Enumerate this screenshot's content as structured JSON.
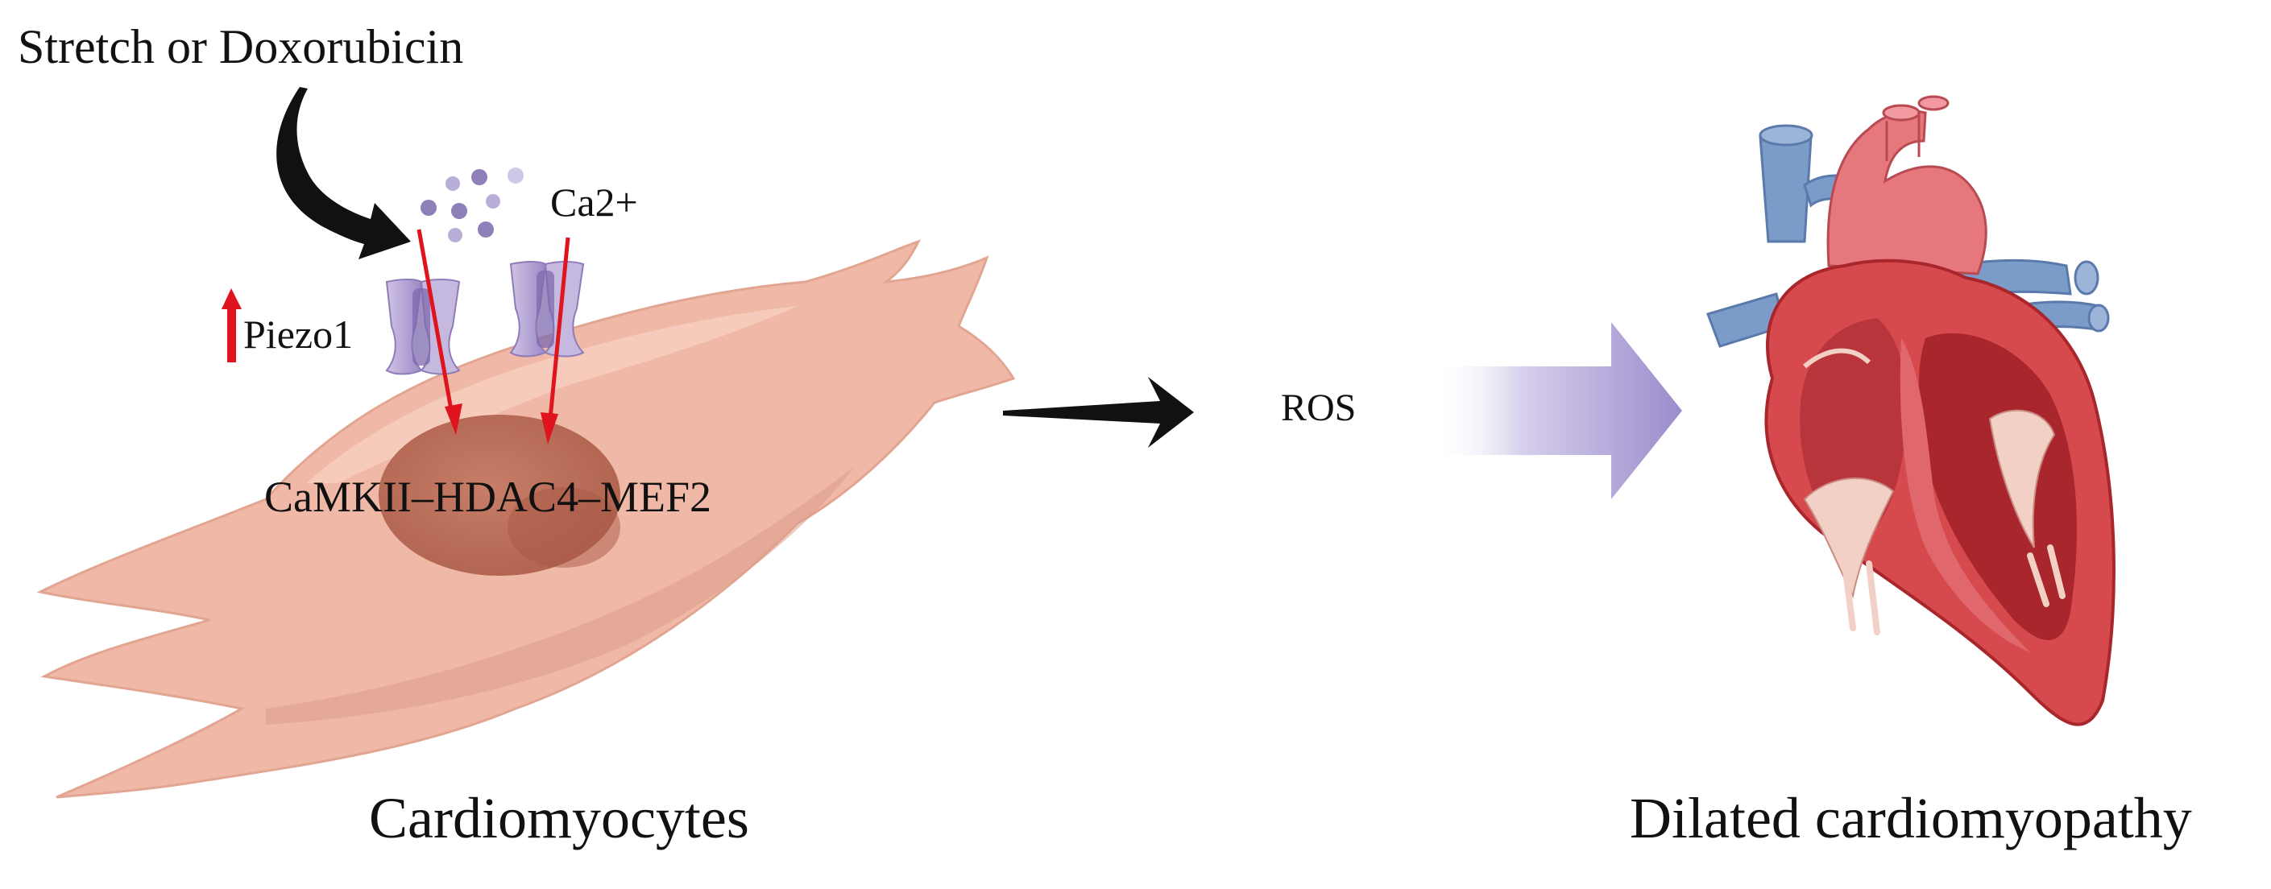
{
  "labels": {
    "stimulus": "Stretch or Doxorubicin",
    "ion": "Ca2+",
    "channel": "Piezo1",
    "pathway": "CaMKII–HDAC4–MEF2",
    "cell": "Cardiomyocytes",
    "mediator": "ROS",
    "outcome": "Dilated cardiomyopathy"
  },
  "colors": {
    "cell_body": "#f0b8a6",
    "cell_highlight": "#f6cdbf",
    "cell_shadow": "#dd9d8b",
    "nucleus": "#c97761",
    "channel": "#b8a6d4",
    "ions": "#8e7fb8",
    "arrows_red": "#e0141e",
    "arrow_black": "#111111",
    "gradient_arrow": "#9b8ccc",
    "heart_red": "#d64a4e",
    "heart_dark": "#a8262c",
    "vessel_blue": "#7b9bc8",
    "vessel_pink": "#e6777c"
  },
  "icons": {
    "upregulation": "red-up-arrow-icon",
    "channel": "ion-channel-icon",
    "organ": "heart-icon"
  }
}
